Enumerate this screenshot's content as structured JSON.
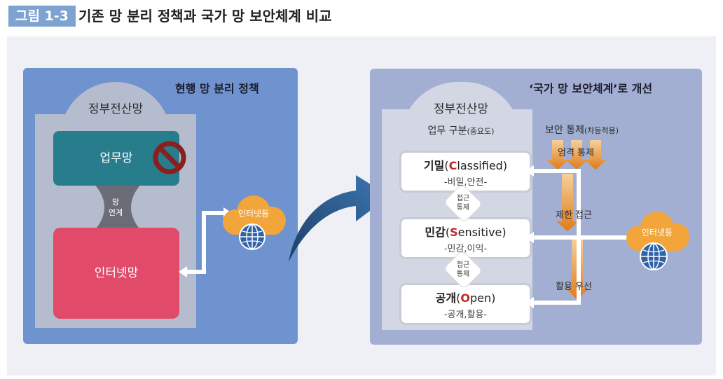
{
  "figure": {
    "label": "그림 1-3",
    "title": "기존 망 분리 정책과 국가 망 보안체계 비교"
  },
  "left": {
    "title": "현행 망 분리 정책",
    "gov_net": "정부전산망",
    "work_net": "업무망",
    "link_line1": "망",
    "link_line2": "연계",
    "internet_net": "인터넷망",
    "cloud_label": "인터넷등"
  },
  "right": {
    "title": "‘국가 망 보안체계’로 개선",
    "gov_net": "정부전산망",
    "business_class": "업무 구분",
    "business_class_note": "(중요도)",
    "levels": [
      {
        "ko": "기밀",
        "open": "(",
        "init": "C",
        "rest": "lassified)",
        "sub": "-비밀,안전-"
      },
      {
        "ko": "민감",
        "open": "(",
        "init": "S",
        "rest": "ensitive)",
        "sub": "-민감,이익-"
      },
      {
        "ko": "공개",
        "open": "(",
        "init": "O",
        "rest": "pen)",
        "sub": "-공개,활용-"
      }
    ],
    "access_control_1": "접근",
    "access_control_2": "통제",
    "security_control": "보안 통제",
    "security_control_note": "(차등적용)",
    "strict_control": "엄격 통제",
    "limited_access": "제한 접근",
    "utilization": "활용 우선",
    "cloud_label": "인터넷등"
  },
  "colors": {
    "left_panel": "#6f93cf",
    "right_panel": "#a2aed2",
    "work_net": "#277d8c",
    "internet_net": "#e24a6a",
    "accent_red": "#c62828",
    "cloud": "#f2a53a",
    "arrow": "#2b5f8f"
  },
  "icons": [
    "no-entry-icon",
    "globe-icon",
    "cloud-icon",
    "curved-arrow-icon"
  ]
}
